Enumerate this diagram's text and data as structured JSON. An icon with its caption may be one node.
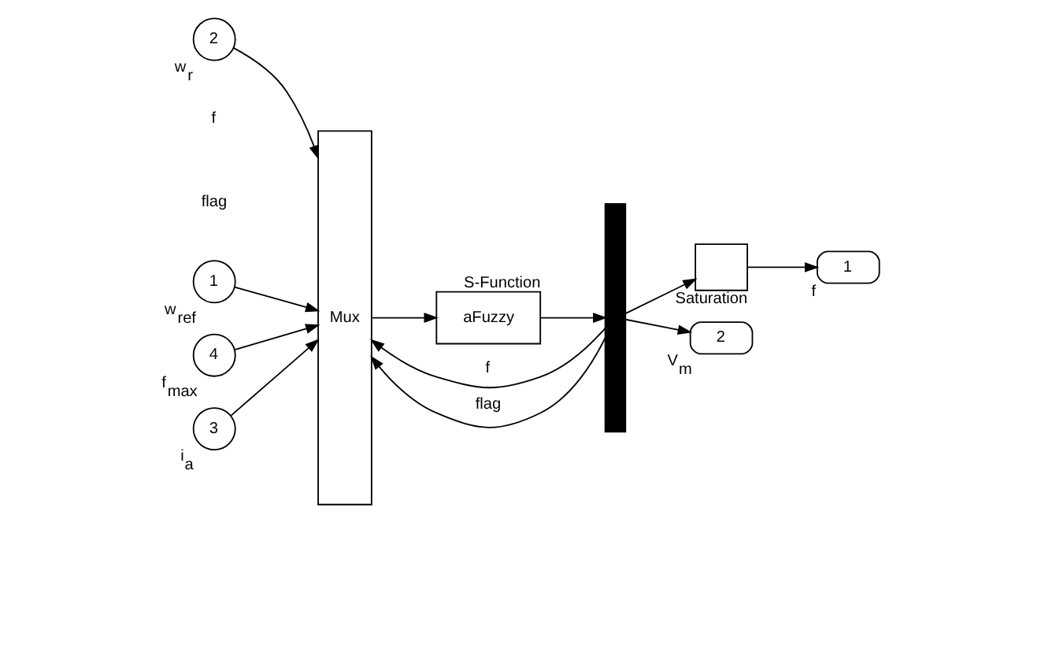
{
  "diagram": {
    "nodes": [
      {
        "text": [
          "2"
        ],
        "beside": [
          "w$_{r}$"
        ]
      },
      {
        "text": [
          "1"
        ],
        "beside": [
          "w$_{ref}$"
        ]
      },
      {
        "text": [
          "4"
        ],
        "beside": [
          "f$_{max}$"
        ]
      },
      {
        "text": [
          "3"
        ],
        "beside": [
          "i$_{a}$"
        ]
      },
      {
        "text": [
          "Mux"
        ]
      },
      {
        "text": [
          "aFuzzy"
        ],
        "beside": [
          "S-Function"
        ]
      },
      {
        "text": [],
        "shape": "bar"
      },
      {
        "text": [],
        "shape": "box",
        "beside": [
          "Saturation"
        ]
      },
      {
        "text": [
          "1"
        ],
        "beside": [
          "f"
        ]
      },
      {
        "text": [
          "2"
        ],
        "beside": [
          "V$_{m}$"
        ]
      }
    ],
    "edges": [
      {
        "from": 6,
        "to": 4,
        "arrow": "to",
        "label": "f"
      },
      {
        "from": 6,
        "to": 4,
        "arrow": "to",
        "label": "flag"
      },
      {
        "from": 0,
        "to": 4,
        "arrow": "to"
      },
      {
        "from": 1,
        "to": 4,
        "arrow": "to"
      },
      {
        "from": 2,
        "to": 4,
        "arrow": "to"
      },
      {
        "from": 3,
        "to": 4,
        "arrow": "to"
      },
      {
        "from": 4,
        "to": 5,
        "arrow": "to"
      },
      {
        "from": 5,
        "to": 6,
        "arrow": "to"
      },
      {
        "from": 6,
        "to": 7,
        "arrow": "to"
      },
      {
        "from": 7,
        "to": 8,
        "arrow": "to"
      },
      {
        "from": 6,
        "to": 9,
        "arrow": "to"
      }
    ],
    "labels": [
      "f",
      "flag"
    ]
  }
}
